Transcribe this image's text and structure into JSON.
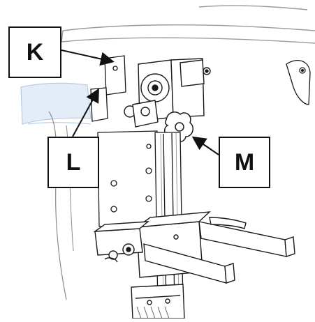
{
  "callouts": [
    {
      "id": "K",
      "label": "K"
    },
    {
      "id": "L",
      "label": "L"
    },
    {
      "id": "M",
      "label": "M"
    }
  ],
  "colors": {
    "line": "#1a1a1a",
    "faint_line": "#8a8a8a",
    "tint_blue": "#cfe0f3",
    "background": "#ffffff"
  }
}
